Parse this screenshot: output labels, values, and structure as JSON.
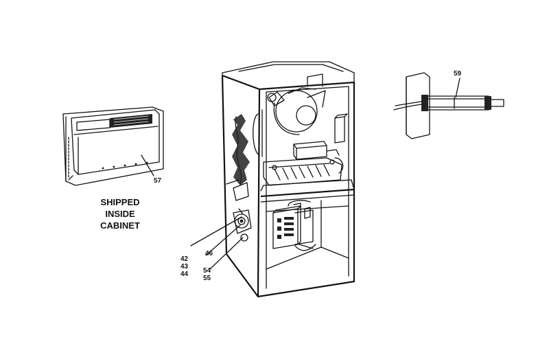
{
  "parts": {
    "thermostat_number": "57",
    "shipped_note": [
      "SHIPPED",
      "INSIDE",
      "CABINET"
    ],
    "cable_number": "59",
    "left_callouts": [
      "42",
      "43",
      "44"
    ],
    "center_callout": "46",
    "lower_callouts": [
      "54",
      "55"
    ]
  }
}
